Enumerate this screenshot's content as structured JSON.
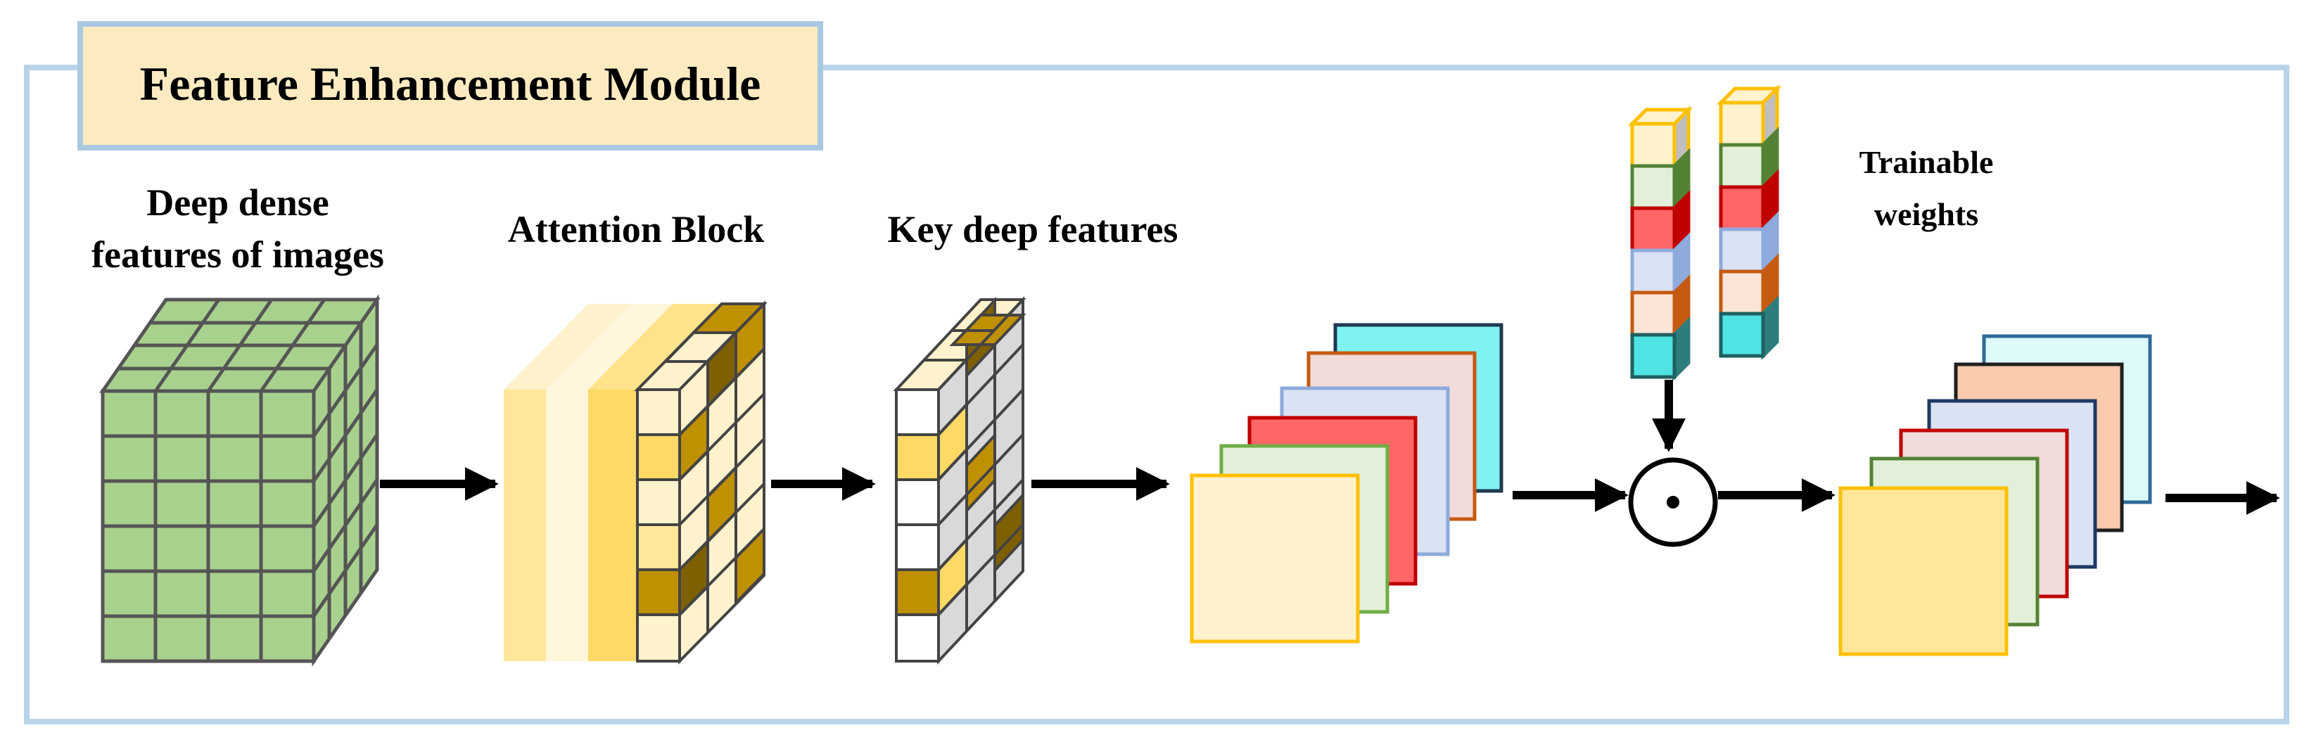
{
  "module_title": "Feature Enhancement Module",
  "labels": {
    "deep_dense_line1": "Deep dense",
    "deep_dense_line2": "features of images",
    "attention_block": "Attention Block",
    "key_deep_features": "Key deep features",
    "trainable_line1": "Trainable",
    "trainable_line2": "weights"
  },
  "colors": {
    "frame_border": "#b8d4ea",
    "title_fill": "#fcebc1",
    "cube_green": "#a9d18e",
    "cube_green_edge": "#555555",
    "gold_dark": "#bf9000",
    "gold_mid": "#ffd966",
    "cream": "#fff2cc",
    "arrow": "#000000"
  }
}
